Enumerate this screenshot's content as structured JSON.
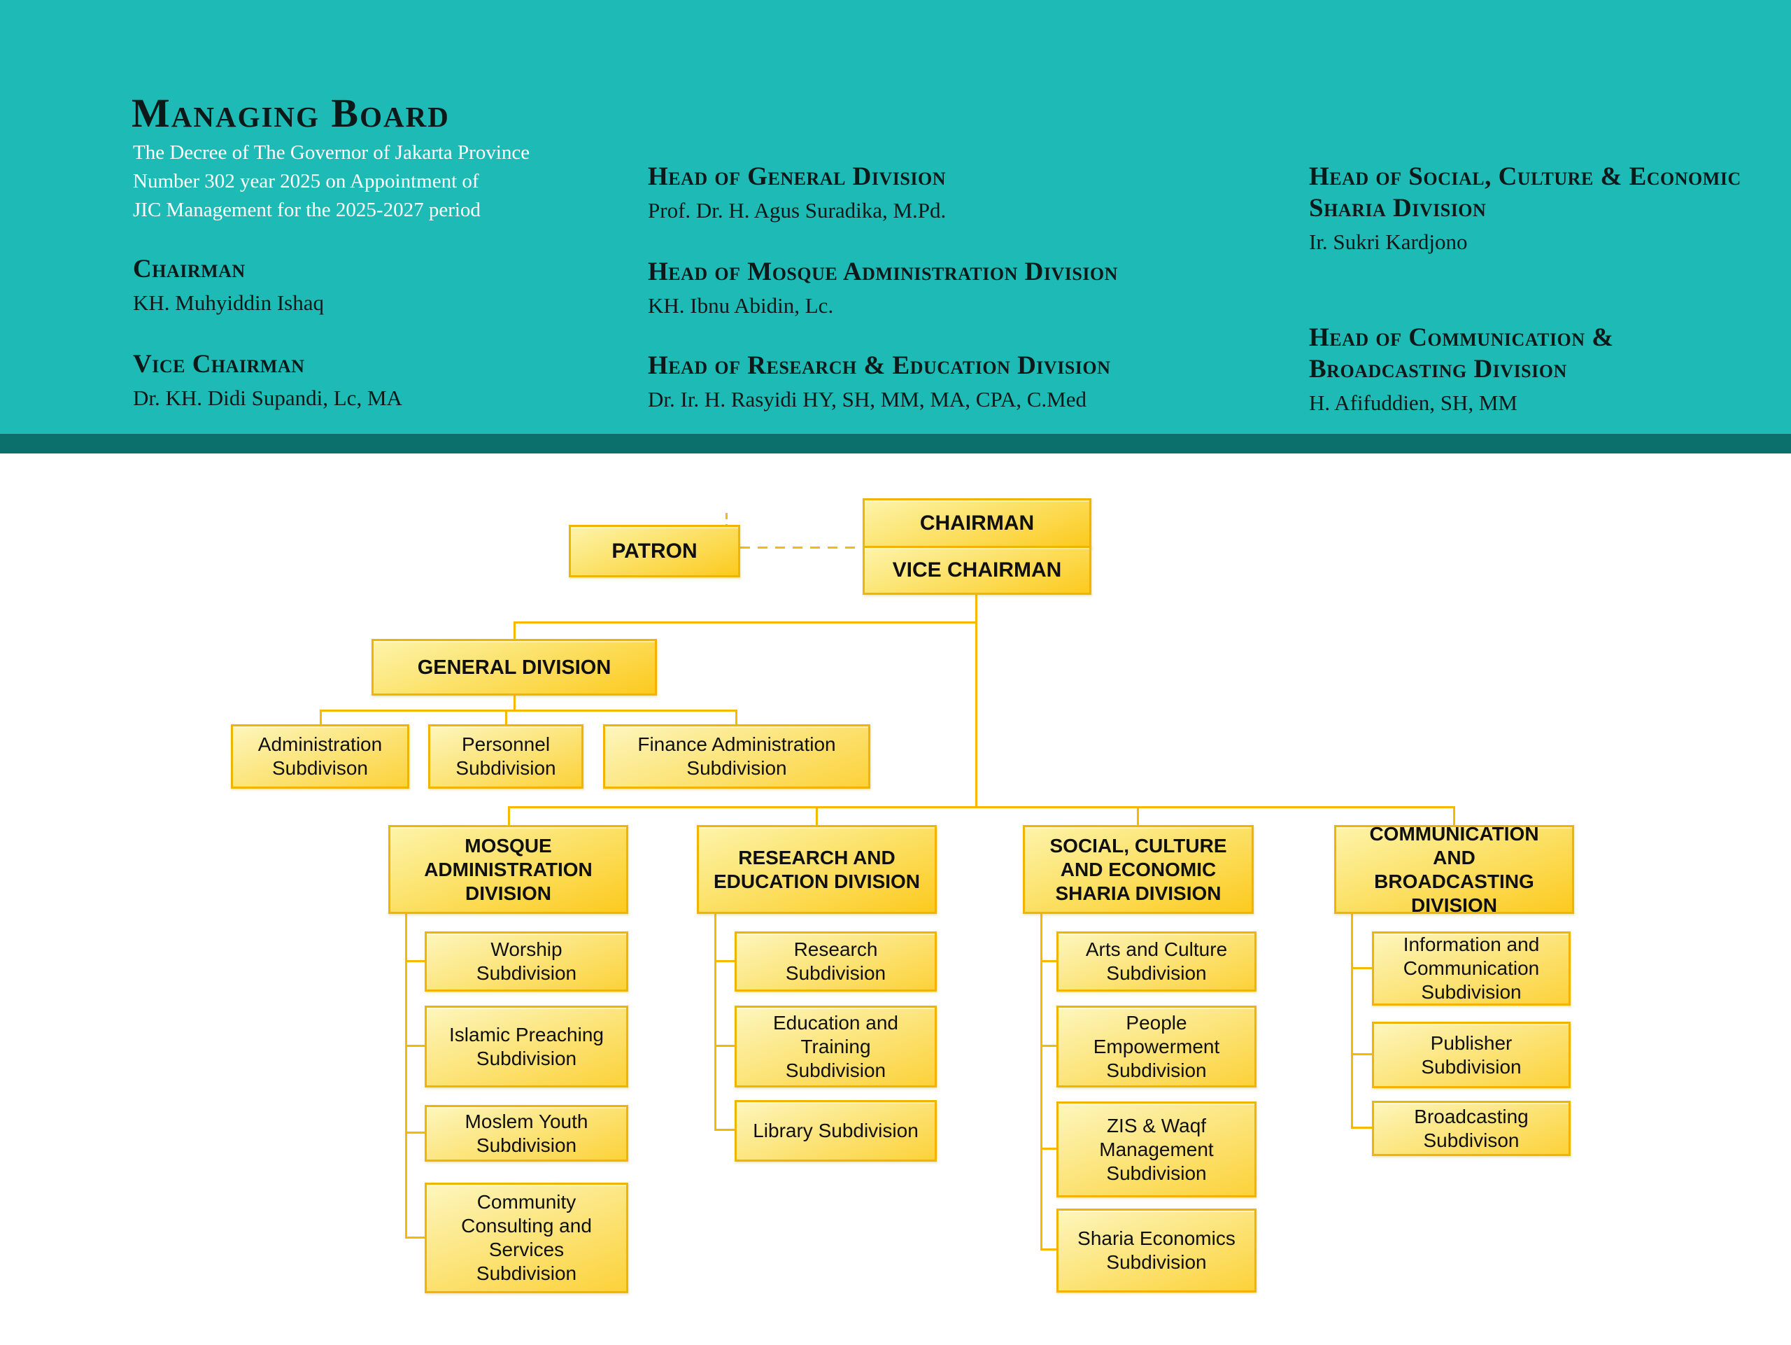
{
  "colors": {
    "band_teal": "#1dbab6",
    "band_dark_teal": "#0b706c",
    "ink_dark": "#0d1918",
    "white_text": "#ffffff",
    "box_border_gold": "#f0b402",
    "box_fill_light": "#fdf4aa",
    "box_fill_gold": "#fcca1f",
    "connector_gold": "#f5ba00",
    "box_text": "#101010"
  },
  "header": {
    "title": "Managing Board",
    "decree_lines": [
      "The Decree of The Governor of Jakarta Province",
      "Number 302 year 2025 on Appointment of",
      "JIC Management for the 2025-2027 period"
    ],
    "left_entries": [
      {
        "role": "Chairman",
        "name": "KH. Muhyiddin Ishaq"
      },
      {
        "role": "Vice Chairman",
        "name": "Dr. KH. Didi Supandi, Lc, MA"
      }
    ],
    "middle_entries": [
      {
        "role": "Head of General Division",
        "name": "Prof. Dr. H. Agus Suradika, M.Pd."
      },
      {
        "role": "Head of Mosque Administration Division",
        "name": "KH. Ibnu Abidin, Lc."
      },
      {
        "role": "Head of Research & Education Division",
        "name": "Dr. Ir. H. Rasyidi HY, SH, MM, MA, CPA, C.Med"
      }
    ],
    "right_entries": [
      {
        "role": "Head of Social, Culture & Economic Sharia Division",
        "name": "Ir. Sukri Kardjono"
      },
      {
        "role": "Head of Communication & Broadcasting Division",
        "name": "H. Afifuddien, SH, MM"
      }
    ]
  },
  "org": {
    "patron": "PATRON",
    "chairman": "CHAIRMAN",
    "vice_chairman": "VICE CHAIRMAN",
    "general": "GENERAL DIVISION",
    "general_subs": [
      "Administration Subdivison",
      "Personnel Subdivision",
      "Finance Administration Subdivision"
    ],
    "divisions": [
      {
        "label": "MOSQUE ADMINISTRATION DIVISION",
        "subs": [
          "Worship Subdivision",
          "Islamic Preaching Subdivision",
          "Moslem Youth Subdivision",
          "Community Consulting and Services Subdivision"
        ]
      },
      {
        "label": "RESEARCH AND EDUCATION DIVISION",
        "subs": [
          "Research Subdivision",
          "Education and Training Subdivision",
          "Library Subdivision"
        ]
      },
      {
        "label": "SOCIAL, CULTURE AND ECONOMIC SHARIA DIVISION",
        "subs": [
          "Arts and Culture Subdivision",
          "People Empowerment Subdivision",
          "ZIS & Waqf Management Subdivision",
          "Sharia Economics Subdivision"
        ]
      },
      {
        "label": "COMMUNICATION AND BROADCASTING DIVISION",
        "subs": [
          "Information and Communication Subdivision",
          "Publisher Subdivision",
          "Broadcasting Subdivison"
        ]
      }
    ]
  }
}
